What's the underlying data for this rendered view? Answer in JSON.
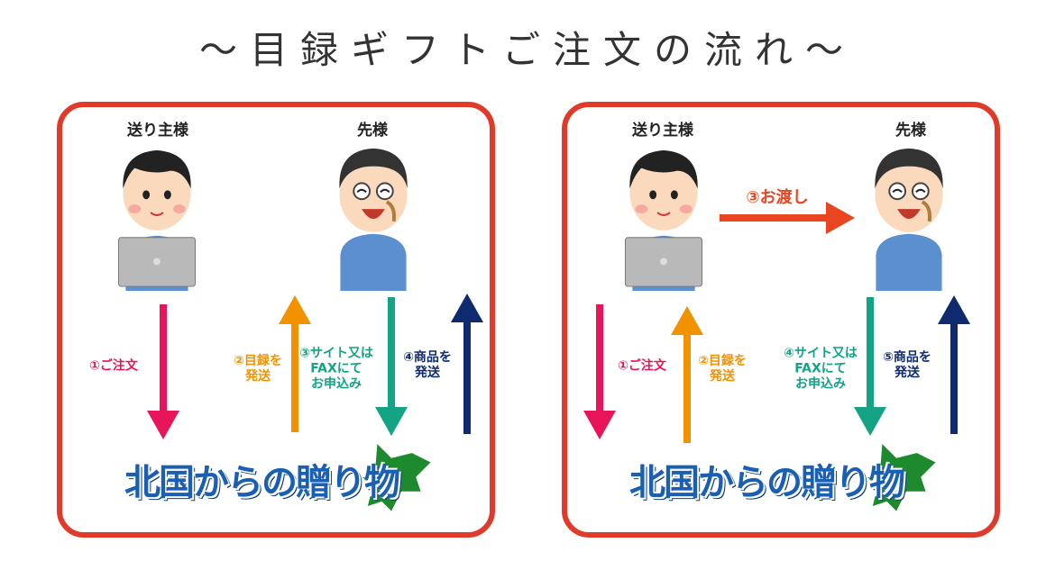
{
  "title": "～目録ギフトご注文の流れ～",
  "colors": {
    "border": "#e03a2a",
    "order": "#e8155a",
    "catalog": "#f39200",
    "apply": "#14a384",
    "goods": "#0f2a6e",
    "handover": "#e94520",
    "logo": "#1a5fb4",
    "map": "#1e8a2e"
  },
  "left_panel": {
    "sender": "送り主様",
    "recipient": "先様",
    "steps": {
      "order": "①ご注文",
      "catalog": [
        "②目録を",
        "発送"
      ],
      "apply": [
        "③サイト又は",
        "FAXにて",
        "お申込み"
      ],
      "goods": [
        "④商品を",
        "発送"
      ]
    },
    "logo": "北国からの贈り物"
  },
  "right_panel": {
    "sender": "送り主様",
    "recipient": "先様",
    "handover": "③お渡し",
    "steps": {
      "order": "①ご注文",
      "catalog": [
        "②目録を",
        "発送"
      ],
      "apply": [
        "④サイト又は",
        "FAXにて",
        "お申込み"
      ],
      "goods": [
        "⑤商品を",
        "発送"
      ]
    },
    "logo": "北国からの贈り物"
  }
}
